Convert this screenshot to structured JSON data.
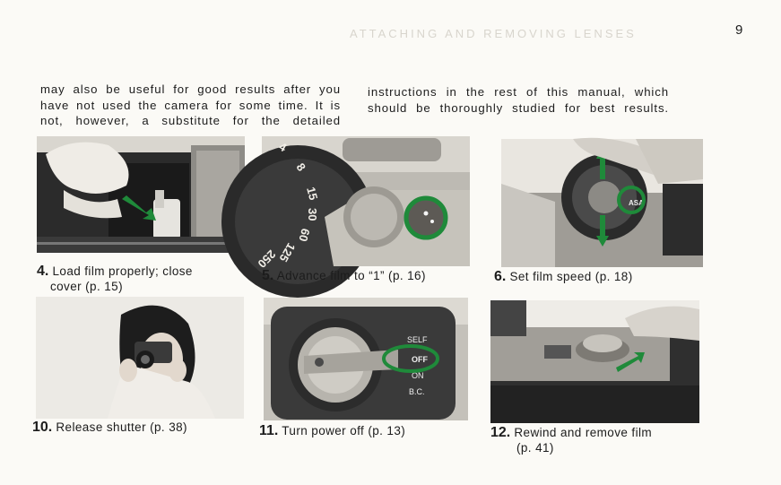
{
  "page": {
    "number": "9",
    "ghost_header": "ATTACHING AND REMOVING LENSES"
  },
  "intro": {
    "left_lines": [
      "may also be useful for good results after you",
      "have not used the camera for some time. It is",
      "not, however, a substitute for the detailed"
    ],
    "right_lines": [
      "instructions in the rest of this manual, which",
      "should be thoroughly studied for best results."
    ]
  },
  "steps": [
    {
      "num": "4.",
      "line1": "Load film properly; close",
      "line2": "cover (p. 15)",
      "icon": "film-loading-photo"
    },
    {
      "num": "5.",
      "line1": "Advance film to “1” (p. 16)",
      "line2": "",
      "icon": "film-counter-photo"
    },
    {
      "num": "6.",
      "line1": "Set film speed (p. 18)",
      "line2": "",
      "icon": "asa-dial-photo"
    },
    {
      "num": "10.",
      "line1": "Release shutter (p. 38)",
      "line2": "",
      "icon": "photographer-photo"
    },
    {
      "num": "11.",
      "line1": "Turn power off (p. 13)",
      "line2": "",
      "icon": "power-switch-photo"
    },
    {
      "num": "12.",
      "line1": "Rewind and remove film",
      "line2": "(p. 41)",
      "icon": "rewind-crank-photo"
    }
  ],
  "dial": {
    "counter_numbers": [
      "4",
      "8",
      "15",
      "30",
      "60",
      "125",
      "250"
    ],
    "power_labels": [
      "SELF",
      "OFF",
      "ON",
      "B.C."
    ],
    "asa_label": "ASA"
  },
  "colors": {
    "highlight_green": "#1f8a3a",
    "ink": "#1c1c1c",
    "paper": "#fbfaf6"
  }
}
